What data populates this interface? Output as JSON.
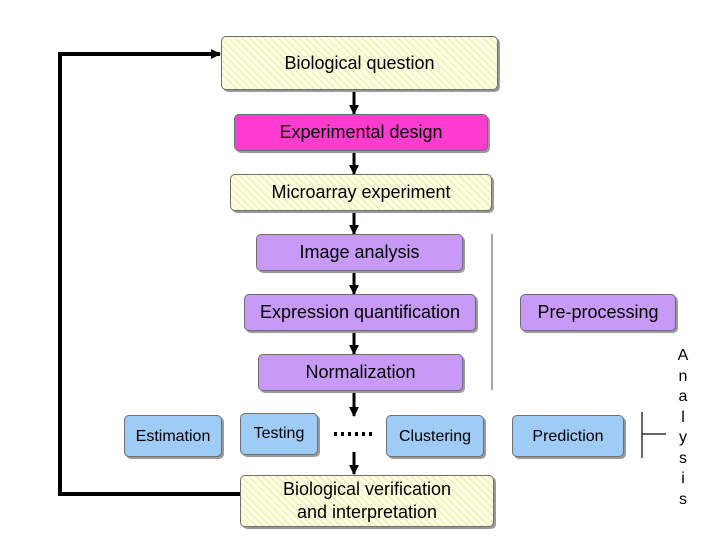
{
  "diagram": {
    "nodes": {
      "biological_question": "Biological question",
      "experimental_design": "Experimental design",
      "microarray_experiment": "Microarray experiment",
      "image_analysis": "Image analysis",
      "expression_quantification": "Expression quantification",
      "normalization": "Normalization",
      "estimation": "Estimation",
      "testing": "Testing",
      "clustering": "Clustering",
      "prediction": "Prediction",
      "verification_line1": "Biological verification",
      "verification_line2": "and interpretation",
      "pre_processing": "Pre-processing"
    },
    "analysis_letters": [
      "A",
      "n",
      "a",
      "l",
      "y",
      "s",
      "i",
      "s"
    ],
    "colors": {
      "question_fill": "#fdfde0",
      "design_fill": "#ff3ccd",
      "preprocessing_fill": "#c79af7",
      "analysis_fill": "#9fcbf7",
      "arrow": "#000000"
    }
  }
}
